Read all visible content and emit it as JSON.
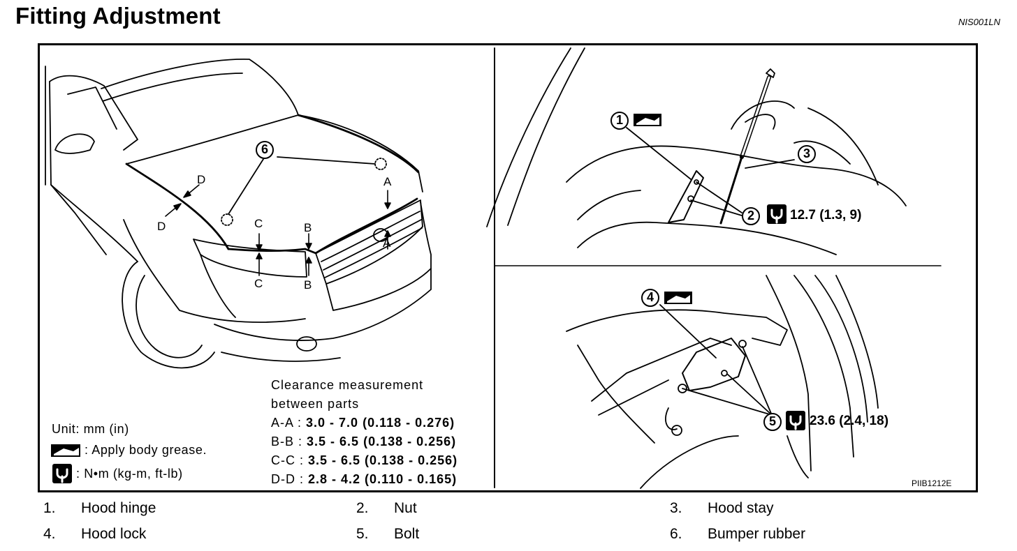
{
  "header": {
    "title": "Fitting Adjustment",
    "doc_id": "NIS001LN"
  },
  "figure": {
    "fig_id": "PIIB1212E",
    "legend": {
      "unit": "Unit: mm (in)",
      "grease": ": Apply body grease.",
      "torque_unit": ":  N•m  (kg-m, ft-lb)",
      "icons": [
        "body-grease-icon",
        "torque-wrench-icon"
      ]
    },
    "clearance": {
      "heading_line1": "Clearance measurement",
      "heading_line2": "between parts",
      "rows": [
        {
          "pair": "A-A :",
          "value": "3.0 - 7.0 (0.118 - 0.276)"
        },
        {
          "pair": "B-B :",
          "value": "3.5 - 6.5 (0.138 - 0.256)"
        },
        {
          "pair": "C-C :",
          "value": "3.5 - 6.5 (0.138 - 0.256)"
        },
        {
          "pair": "D-D :",
          "value": "2.8 - 4.2 (0.110 - 0.165)"
        }
      ]
    },
    "gap_letters": [
      "A",
      "B",
      "C",
      "D"
    ],
    "callouts": [
      "1",
      "2",
      "3",
      "4",
      "5",
      "6"
    ],
    "torques": {
      "nut": "12.7 (1.3, 9)",
      "bolt": "23.6 (2.4, 18)"
    }
  },
  "parts_list": [
    {
      "num": "1.",
      "name": "Hood hinge"
    },
    {
      "num": "2.",
      "name": "Nut"
    },
    {
      "num": "3.",
      "name": "Hood stay"
    },
    {
      "num": "4.",
      "name": "Hood lock"
    },
    {
      "num": "5.",
      "name": "Bolt"
    },
    {
      "num": "6.",
      "name": "Bumper rubber"
    }
  ]
}
